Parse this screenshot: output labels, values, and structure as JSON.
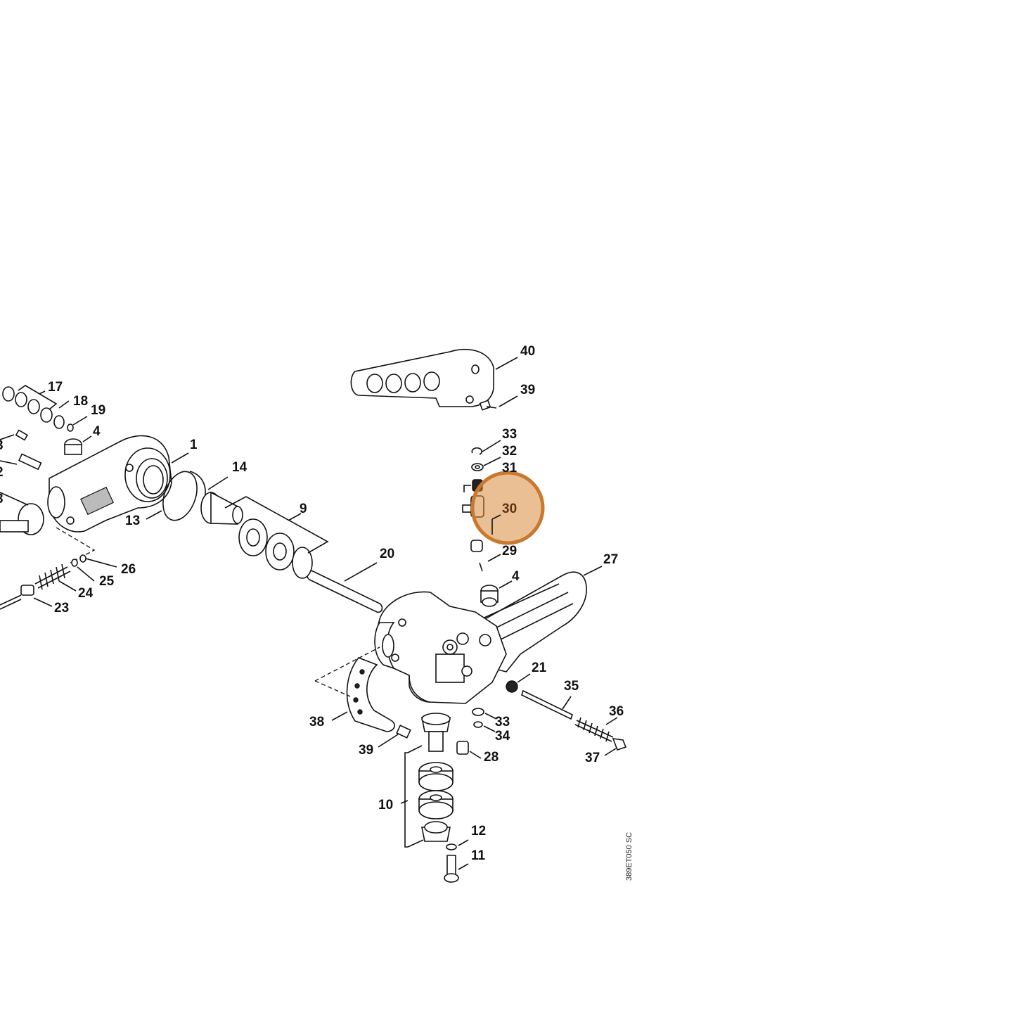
{
  "diagram": {
    "drawing_code": "389ET050 SC",
    "highlight_color": "#d98a3d",
    "highlighted_callout": "30",
    "callouts": [
      "40",
      "39",
      "33",
      "32",
      "31",
      "30",
      "29",
      "27",
      "4",
      "20",
      "17",
      "18",
      "19",
      "4",
      "1",
      "14",
      "13",
      "9",
      "26",
      "25",
      "24",
      "23",
      "21",
      "35",
      "36",
      "37",
      "38",
      "39",
      "33",
      "34",
      "28",
      "10",
      "12",
      "11"
    ]
  }
}
